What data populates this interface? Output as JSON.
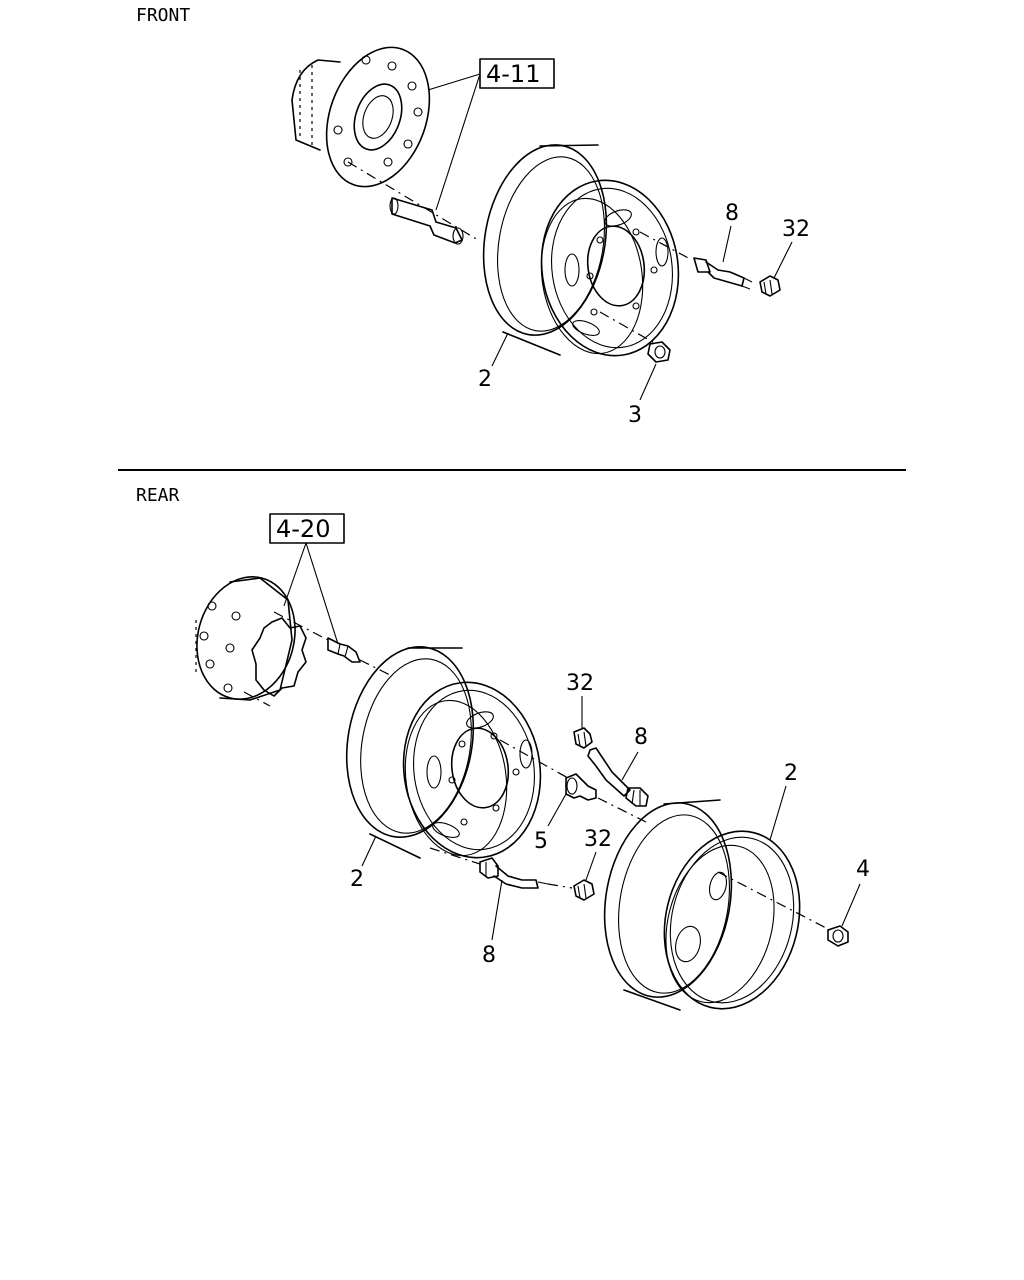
{
  "sections": {
    "front": "FRONT",
    "rear": "REAR"
  },
  "refs": {
    "front_hub": "4-11",
    "rear_hub": "4-20"
  },
  "callouts": {
    "front": {
      "wheel": "2",
      "nut": "3",
      "valve_extension": "8",
      "valve_cap": "32"
    },
    "rear": {
      "inner_wheel": "2",
      "outer_wheel": "2",
      "inner_nut": "5",
      "outer_nut": "4",
      "upper_valve_cap": "32",
      "upper_valve_extension": "8",
      "lower_valve_cap": "32",
      "lower_valve_extension": "8"
    }
  }
}
